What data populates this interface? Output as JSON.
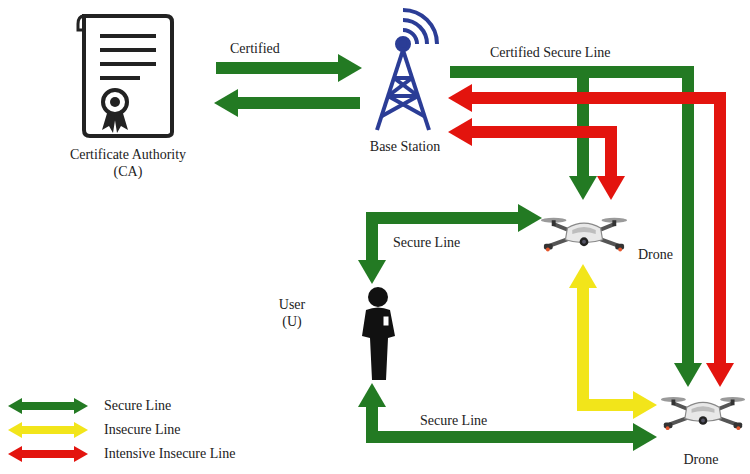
{
  "diagram": {
    "nodes": [
      {
        "text": [
          "Certificate Authority (CA)"
        ]
      },
      {
        "text": [
          "Base Station"
        ]
      },
      {
        "text": [
          "Drone"
        ]
      },
      {
        "text": [
          "User (U)"
        ]
      },
      {
        "text": [
          "Drone"
        ]
      }
    ],
    "edges": [
      {
        "from": 0,
        "to": 1,
        "arrow": "to",
        "label": "Certified"
      },
      {
        "from": 1,
        "to": 0,
        "arrow": "to"
      },
      {
        "from": 1,
        "to": 2,
        "arrow": "to"
      },
      {
        "from": 1,
        "to": 4,
        "arrow": "to",
        "label": "Certified Secure Line"
      },
      {
        "from": 1,
        "to": 2,
        "arrow": "both"
      },
      {
        "from": 1,
        "to": 4,
        "arrow": "both"
      },
      {
        "from": 3,
        "to": 2,
        "arrow": "both",
        "label": "Secure Line"
      },
      {
        "from": 2,
        "to": 4,
        "arrow": "both"
      },
      {
        "from": 3,
        "to": 4,
        "arrow": "both",
        "label": "Secure Line"
      }
    ],
    "legend": [
      {
        "text": "Secure Line",
        "color": "#237a23"
      },
      {
        "text": "Insecure Line",
        "color": "#f2e51a"
      },
      {
        "text": "Intensive Insecure Line",
        "color": "#e3140e"
      }
    ]
  }
}
